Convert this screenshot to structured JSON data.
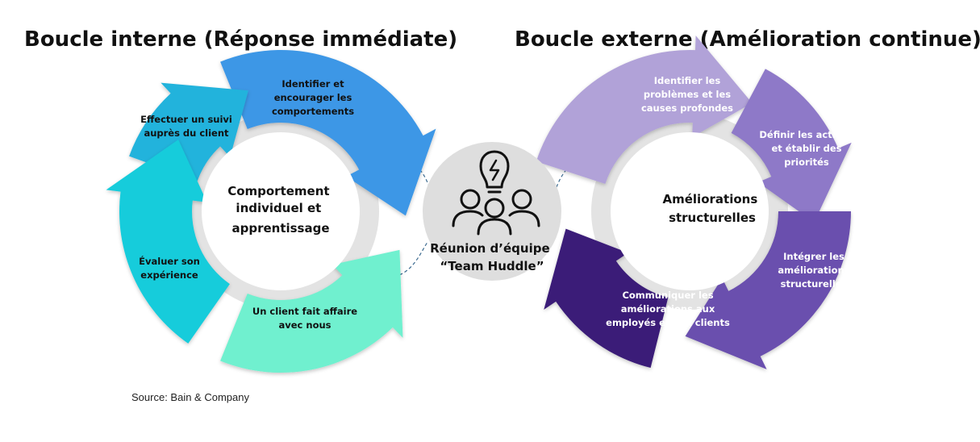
{
  "titles": {
    "inner": "Boucle interne (Réponse immédiate)",
    "outer": "Boucle externe (Amélioration continue)"
  },
  "inner_loop": {
    "center": [
      "Comportement",
      "individuel et",
      "apprentissage"
    ],
    "segments": [
      {
        "lines": [
          "Identifier et",
          "encourager les",
          "comportements"
        ],
        "color": "#3e97e6",
        "text_color": "#111111"
      },
      {
        "lines": [
          "Effectuer un suivi",
          "auprès du client"
        ],
        "color": "#24b3dc",
        "text_color": "#111111"
      },
      {
        "lines": [
          "Évaluer son",
          "expérience"
        ],
        "color": "#14ccdb",
        "text_color": "#111111"
      },
      {
        "lines": [
          "Un client fait affaire",
          "avec nous"
        ],
        "color": "#6ff0cf",
        "text_color": "#111111"
      }
    ]
  },
  "outer_loop": {
    "center": [
      "Améliorations",
      "structurelles"
    ],
    "segments": [
      {
        "lines": [
          "Identifier les",
          "problèmes et les",
          "causes profondes"
        ],
        "color": "#b1a2d8",
        "text_color": "#ffffff"
      },
      {
        "lines": [
          "Définir les actions",
          "et établir des",
          "priorités"
        ],
        "color": "#8e79c8",
        "text_color": "#ffffff"
      },
      {
        "lines": [
          "Intégrer les",
          "améliorations",
          "structurelles"
        ],
        "color": "#6a4fae",
        "text_color": "#ffffff"
      },
      {
        "lines": [
          "Communiquer les",
          "améliorations aux",
          "employés et aux clients"
        ],
        "color": "#3a1f78",
        "text_color": "#ffffff"
      }
    ]
  },
  "hub": {
    "lines": [
      "Réunion d’équipe",
      "“Team Huddle”"
    ],
    "icon": "team-idea-icon",
    "color": "#dedede"
  },
  "ring_color": "#e3e3e3",
  "source": "Source: Bain & Company"
}
